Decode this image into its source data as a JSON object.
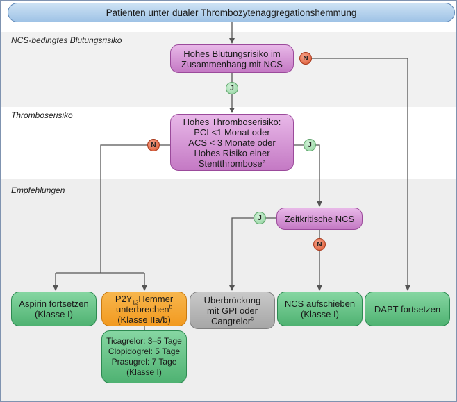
{
  "title": "Patienten unter dualer Thrombozytenaggregationshemmung",
  "sections": {
    "bleeding": "NCS-bedingtes Blutungsrisiko",
    "thrombosis": "Thromboserisiko",
    "recommendations": "Empfehlungen"
  },
  "nodes": {
    "high_bleeding": "Hohes Blutungsrisiko im Zusammenhang mit NCS",
    "high_thrombosis_l1": "Hohes Thromboserisiko:",
    "high_thrombosis_l2": "PCI <1 Monat oder",
    "high_thrombosis_l3": "ACS < 3 Monate oder",
    "high_thrombosis_l4": "Hohes Risiko einer",
    "high_thrombosis_l5": "Stentthrombose",
    "high_thrombosis_sup": "a",
    "time_critical": "Zeitkritische NCS",
    "aspirin_l1": "Aspirin fortsetzen",
    "aspirin_l2": "(Klasse I)",
    "p2y12_pre": "P2Y",
    "p2y12_sub": "12",
    "p2y12_post": "Hemmer",
    "p2y12_l2": "unterbrechen",
    "p2y12_sup": "b",
    "p2y12_l3": "(Klasse IIa/b)",
    "bridging_l1": "Überbrückung",
    "bridging_l2": "mit GPI oder",
    "bridging_l3": "Cangrelor",
    "bridging_sup": "c",
    "postpone_l1": "NCS aufschieben",
    "postpone_l2": "(Klasse I)",
    "dapt": "DAPT fortsetzen",
    "durations_l1": "Ticagrelor: 3–5 Tage",
    "durations_l2": "Clopidogrel: 5 Tage",
    "durations_l3": "Prasugrel: 7 Tage",
    "durations_l4": "(Klasse I)"
  },
  "badges": {
    "no": "N",
    "yes": "J"
  },
  "colors": {
    "title_fill": "#9fc3e6",
    "decision_fill": "#c479c4",
    "recommend_fill": "#4fb272",
    "interrupt_fill": "#f29a20",
    "bridging_fill": "#a6a6a6",
    "no_badge": "#d9532d",
    "yes_badge": "#8ed19c",
    "band": "#eeeeee"
  }
}
